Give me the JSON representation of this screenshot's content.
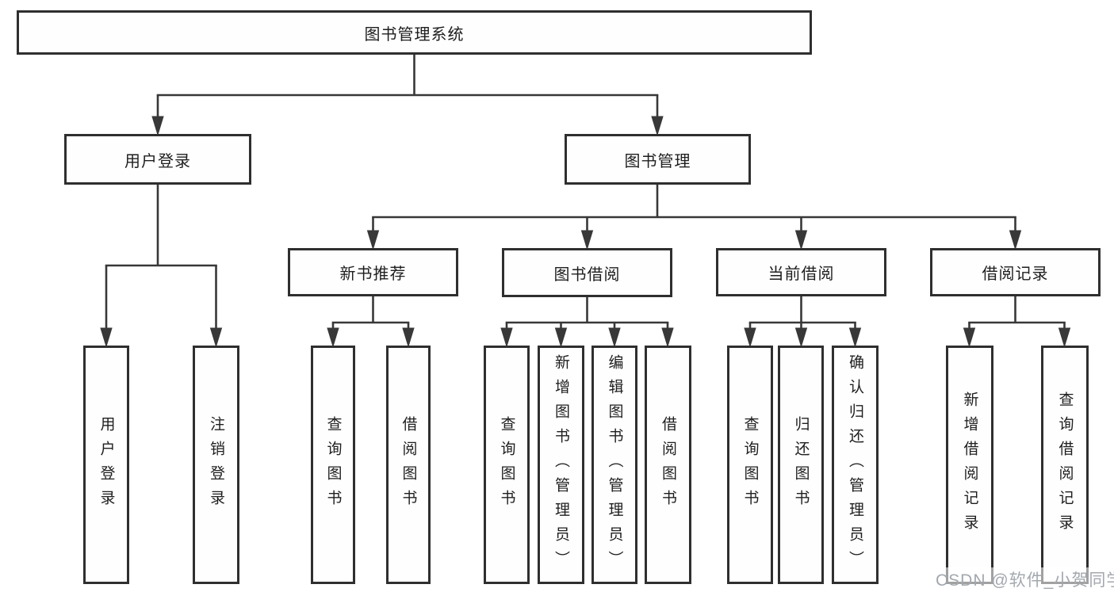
{
  "root": {
    "label": "图书管理系统"
  },
  "level2": [
    {
      "label": "用户登录"
    },
    {
      "label": "图书管理"
    }
  ],
  "level3": [
    {
      "label": "新书推荐"
    },
    {
      "label": "图书借阅"
    },
    {
      "label": "当前借阅"
    },
    {
      "label": "借阅记录"
    }
  ],
  "leaves": {
    "user_login": [
      {
        "label": "用户登录"
      },
      {
        "label": "注销登录"
      }
    ],
    "new_book_recommend": [
      {
        "label": "查询图书"
      },
      {
        "label": "借阅图书"
      }
    ],
    "book_borrow": [
      {
        "label": "查询图书"
      },
      {
        "label": "新增图书（管理员）"
      },
      {
        "label": "编辑图书（管理员）"
      },
      {
        "label": "借阅图书"
      }
    ],
    "current_borrow": [
      {
        "label": "查询图书"
      },
      {
        "label": "归还图书"
      },
      {
        "label": "确认归还（管理员）"
      }
    ],
    "borrow_records": [
      {
        "label": "新增借阅记录"
      },
      {
        "label": "查询借阅记录"
      }
    ]
  },
  "watermark": {
    "text": "CSDN @软件_小贺同学"
  },
  "colors": {
    "background": "#ffffff",
    "line": "#383838",
    "box_border": "#2f2f2f",
    "text": "#1e1e1e",
    "watermark": "#a3a8ae"
  }
}
